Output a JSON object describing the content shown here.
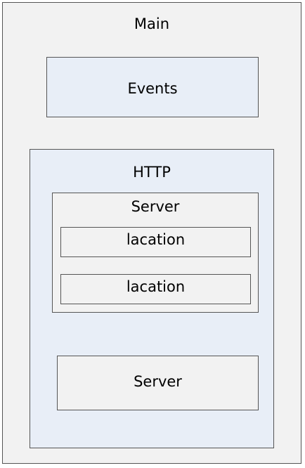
{
  "main": {
    "label": "Main",
    "events": {
      "label": "Events"
    },
    "http": {
      "label": "HTTP",
      "servers": [
        {
          "label": "Server",
          "locations": [
            {
              "label": "lacation"
            },
            {
              "label": "lacation"
            }
          ]
        },
        {
          "label": "Server"
        }
      ]
    }
  },
  "colors": {
    "outer_fill": "#f2f2f2",
    "blue_fill": "#e8eef7",
    "border": "#555555"
  }
}
